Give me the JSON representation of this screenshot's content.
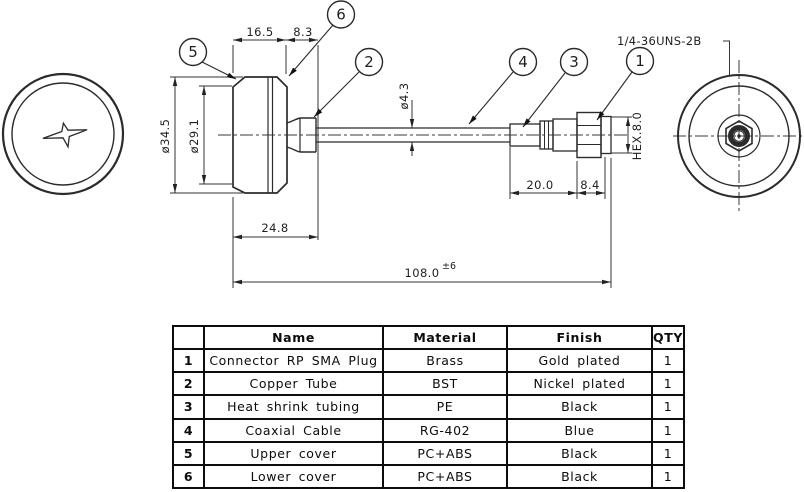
{
  "drawing": {
    "balloons": {
      "b1": "1",
      "b2": "2",
      "b3": "3",
      "b4": "4",
      "b5": "5",
      "b6": "6"
    },
    "dims": {
      "top_left_width": "16.5",
      "top_right_width": "8.3",
      "outer_dia": "ø34.5",
      "inner_dia": "ø29.1",
      "cable_dia": "ø4.3",
      "head_width": "24.8",
      "tube_len": "20.0",
      "connector_len": "8.4",
      "total_len": "108.0",
      "total_tol": "±6",
      "hex_size": "HEX.8.0",
      "thread_spec": "1/4-36UNS-2B"
    }
  },
  "table": {
    "headers": {
      "no": "",
      "name": "Name",
      "material": "Material",
      "finish": "Finish",
      "qty": "QTY"
    },
    "rows": [
      {
        "no": "1",
        "name": "Connector RP SMA Plug",
        "material": "Brass",
        "finish": "Gold plated",
        "qty": "1"
      },
      {
        "no": "2",
        "name": "Copper Tube",
        "material": "BST",
        "finish": "Nickel plated",
        "qty": "1"
      },
      {
        "no": "3",
        "name": "Heat shrink tubing",
        "material": "PE",
        "finish": "Black",
        "qty": "1"
      },
      {
        "no": "4",
        "name": "Coaxial Cable",
        "material": "RG-402",
        "finish": "Blue",
        "qty": "1"
      },
      {
        "no": "5",
        "name": "Upper cover",
        "material": "PC+ABS",
        "finish": "Black",
        "qty": "1"
      },
      {
        "no": "6",
        "name": "Lower cover",
        "material": "PC+ABS",
        "finish": "Black",
        "qty": "1"
      }
    ]
  },
  "colors": {
    "line": "#2b2b2b",
    "table_border": "#0c0c0c",
    "background": "#ffffff"
  }
}
